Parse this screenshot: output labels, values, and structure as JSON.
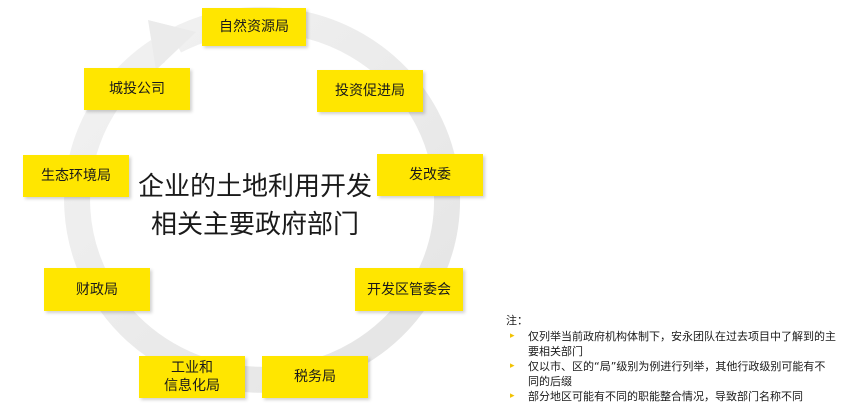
{
  "diagram": {
    "title": "企业的土地利用开发\n相关主要政府部门",
    "nodes": [
      {
        "id": "natural-resources",
        "label": "自然资源局"
      },
      {
        "id": "investment-promotion",
        "label": "投资促进局"
      },
      {
        "id": "ndrc",
        "label": "发改委"
      },
      {
        "id": "dev-zone",
        "label": "开发区管委会"
      },
      {
        "id": "tax",
        "label": "税务局"
      },
      {
        "id": "industry-it",
        "label": "工业和\n信息化局"
      },
      {
        "id": "finance",
        "label": "财政局"
      },
      {
        "id": "ecology",
        "label": "生态环境局"
      },
      {
        "id": "city-invest",
        "label": "城投公司"
      }
    ],
    "colors": {
      "box": "#ffe600",
      "ring": "#ebebeb",
      "bullet": "#f2c200"
    }
  },
  "notes": {
    "label": "注：",
    "items": [
      "仅列举当前政府机构体制下，安永团队在过去项目中了解到的主要相关部门",
      "仅以市、区的“局”级别为例进行列举，其他行政级别可能有不同的后缀",
      "部分地区可能有不同的职能整合情况，导致部门名称不同"
    ]
  }
}
